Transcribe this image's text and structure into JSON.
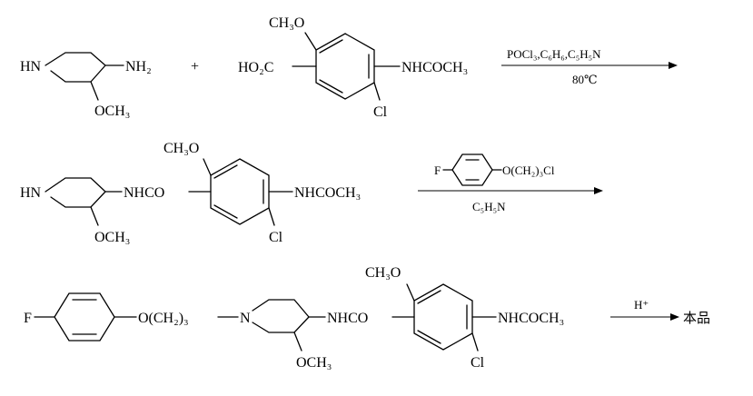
{
  "row1": {
    "pip_hn": "HN",
    "pip_nh2": "NH₂",
    "pip_och3": "OCH₃",
    "plus": "+",
    "acid_och3": "CH₃O",
    "acid_hooc": "HO₂C",
    "acid_nhcoch3": "NHCOCH₃",
    "acid_cl": "Cl",
    "reagent_top": "POCl₃,C₆H₆,C₅H₅N",
    "reagent_bottom": "80℃"
  },
  "row2": {
    "hn": "HN",
    "nhco": "NHCO",
    "och3_top": "CH₃O",
    "nhcoch3": "NHCOCH₃",
    "och3": "OCH₃",
    "cl": "Cl",
    "reagent_f": "F",
    "reagent_chain": "O(CH₂)₃Cl",
    "reagent_bottom": "C₅H₅N"
  },
  "row3": {
    "f": "F",
    "chain": "O(CH₂)₃",
    "n": "N",
    "nhco": "NHCO",
    "och3_top": "CH₃O",
    "nhcoch3": "NHCOCH₃",
    "och3": "OCH₃",
    "cl": "Cl",
    "acid": "H⁺",
    "product": "本品"
  }
}
